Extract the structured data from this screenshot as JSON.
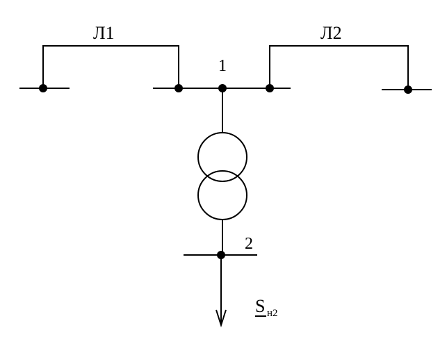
{
  "diagram": {
    "line1_label": "Л1",
    "line2_label": "Л2",
    "node1_label": "1",
    "node2_label": "2",
    "load_label_main": "S",
    "load_label_sub": "н2",
    "stroke_color": "#000000",
    "background_color": "#ffffff"
  }
}
